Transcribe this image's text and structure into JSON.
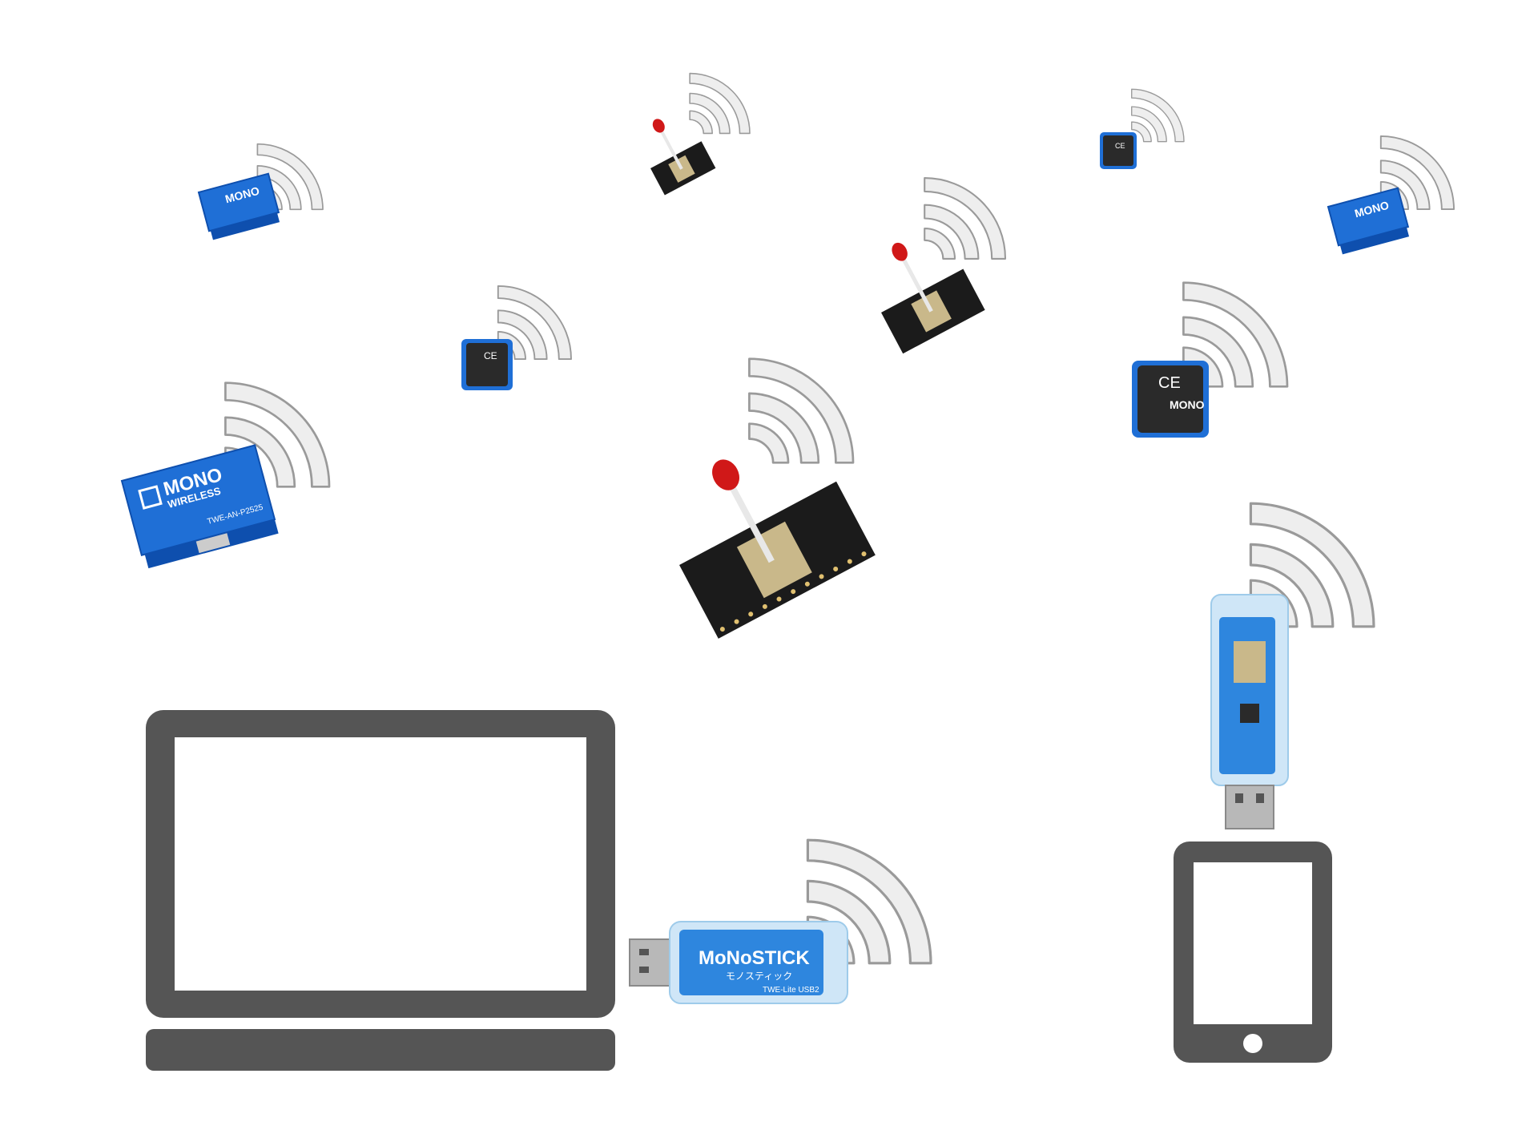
{
  "palette": {
    "device_gray": "#555555",
    "screen_white": "#ffffff",
    "board_blue": "#1f6fd6",
    "board_blue_dark": "#0e4fae",
    "board_black": "#1b1b1b",
    "wave_fill": "#eeeeee",
    "wave_stroke": "#9a9a9a",
    "led_red": "#d01818",
    "usb_metal": "#b8b8b8",
    "stick_clear": "#cfe6f7"
  },
  "labels": {
    "brand_line1": "MONO",
    "brand_line2": "WIRELESS",
    "pal_model": "TWE-AN-P2525",
    "stick_name": "MoNoSTICK",
    "stick_kana": "モノスティック",
    "stick_model": "TWE-Lite USB2"
  },
  "icons": {
    "wave": "wifi-signal-icon",
    "laptop": "laptop-icon",
    "tablet": "tablet-icon"
  }
}
